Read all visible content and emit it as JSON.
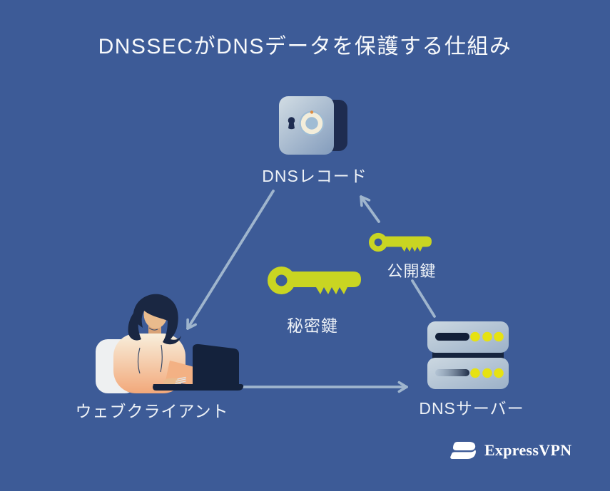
{
  "title": "DNSSECがDNSデータを保護する仕組み",
  "diagram": {
    "nodes": [
      {
        "id": "dns_record",
        "label": "DNSレコード",
        "icon": "safe-icon"
      },
      {
        "id": "private_key",
        "label": "秘密鍵",
        "icon": "key-icon"
      },
      {
        "id": "public_key",
        "label": "公開鍵",
        "icon": "key-icon"
      },
      {
        "id": "web_client",
        "label": "ウェブクライアント",
        "icon": "person-laptop-illustration"
      },
      {
        "id": "dns_server",
        "label": "DNSサーバー",
        "icon": "server-icon"
      }
    ],
    "edges": [
      {
        "from": "dns_record",
        "to": "web_client"
      },
      {
        "from": "web_client",
        "to": "dns_server"
      },
      {
        "from": "dns_server",
        "to": "dns_record",
        "via": "public_key"
      }
    ]
  },
  "branding": {
    "name": "ExpressVPN"
  },
  "colors": {
    "background": "#3d5b97",
    "arrow": "#a8bdd2",
    "key_yellow_green": "#c9d522",
    "server_dot_yellow": "#e6e212",
    "dark_navy": "#16243e",
    "icon_light_blue": "#c3d2de",
    "dial_cream": "#f3edda",
    "accent_orange": "#dd8b3f",
    "text_white": "#f2f4f7"
  }
}
